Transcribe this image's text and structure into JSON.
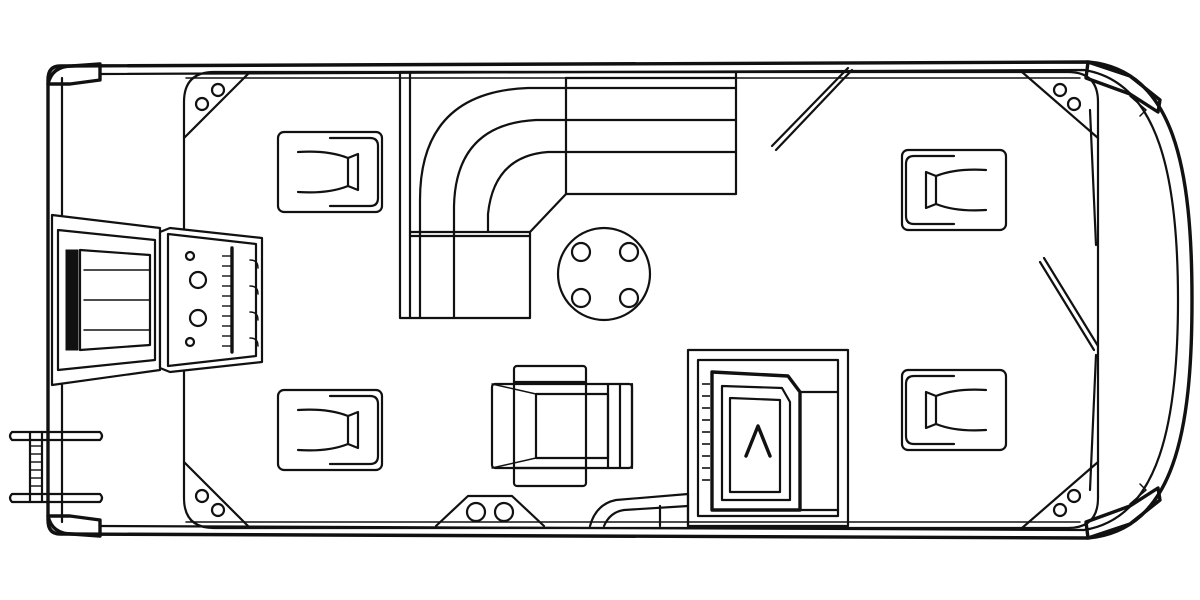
{
  "diagram": {
    "kind": "boat-deck-plan",
    "view": "top",
    "line_color": "#111111",
    "background_color": "#ffffff",
    "components": [
      {
        "id": "hull-outline",
        "icon": "hull-outline"
      },
      {
        "id": "bow-gate",
        "icon": "gate-icon"
      },
      {
        "id": "swim-ladder",
        "icon": "ladder-icon"
      },
      {
        "id": "stern-swim-platform",
        "icon": "platform-icon"
      },
      {
        "id": "l-shaped-lounge",
        "icon": "sofa-icon"
      },
      {
        "id": "round-table",
        "icon": "table-icon"
      },
      {
        "id": "captain-chair",
        "icon": "chair-icon"
      },
      {
        "id": "helm-console",
        "icon": "helm-icon"
      },
      {
        "id": "fishing-seats",
        "count": 4,
        "icon": "seat-icon"
      }
    ]
  }
}
